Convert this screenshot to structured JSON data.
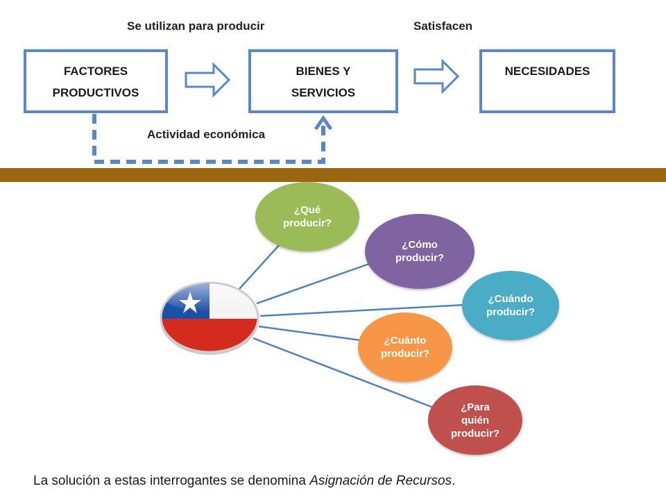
{
  "top_diagram": {
    "label_use": "Se utilizan para producir",
    "label_satisfy": "Satisfacen",
    "label_activity": "Actividad económica",
    "box_factores": [
      "FACTORES",
      "PRODUCTIVOS"
    ],
    "box_bienes": [
      "BIENES Y",
      "SERVICIOS"
    ],
    "box_necesidades": [
      "NECESIDADES"
    ]
  },
  "questions": [
    {
      "lines": [
        "¿Qué",
        "producir?"
      ],
      "color": "#9bbb59"
    },
    {
      "lines": [
        "¿Cómo",
        "producir?"
      ],
      "color": "#8064a2"
    },
    {
      "lines": [
        "¿Cuándo",
        "producir?"
      ],
      "color": "#4bacc6"
    },
    {
      "lines": [
        "¿Cuánto",
        "producir?"
      ],
      "color": "#f79646"
    },
    {
      "lines": [
        "¿Para",
        "quién",
        "producir?"
      ],
      "color": "#c0504d"
    }
  ],
  "footer": {
    "text": "La solución a estas interrogantes se denomina ",
    "emphasis": "Asignación de Recursos",
    "end": "."
  },
  "colors": {
    "box_border": "#5b87c5",
    "divider": "#9a6610",
    "flag_blue": "#1c50a8",
    "flag_red": "#d52b1e"
  }
}
